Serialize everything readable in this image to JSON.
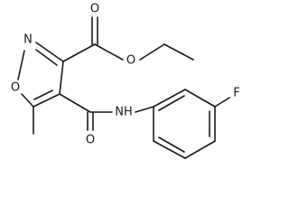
{
  "molecule": {
    "atoms": {
      "ring_nitrogen": "N",
      "ring_oxygen": "O",
      "ester_carbonyl_oxygen": "O",
      "ester_oxygen": "O",
      "amide_carbonyl_oxygen": "O",
      "amide_nh": "NH",
      "fluorine": "F"
    }
  },
  "colors": {
    "bond": "#1a1a1a",
    "label": "#1a1a1a",
    "background": "#ffffff"
  }
}
